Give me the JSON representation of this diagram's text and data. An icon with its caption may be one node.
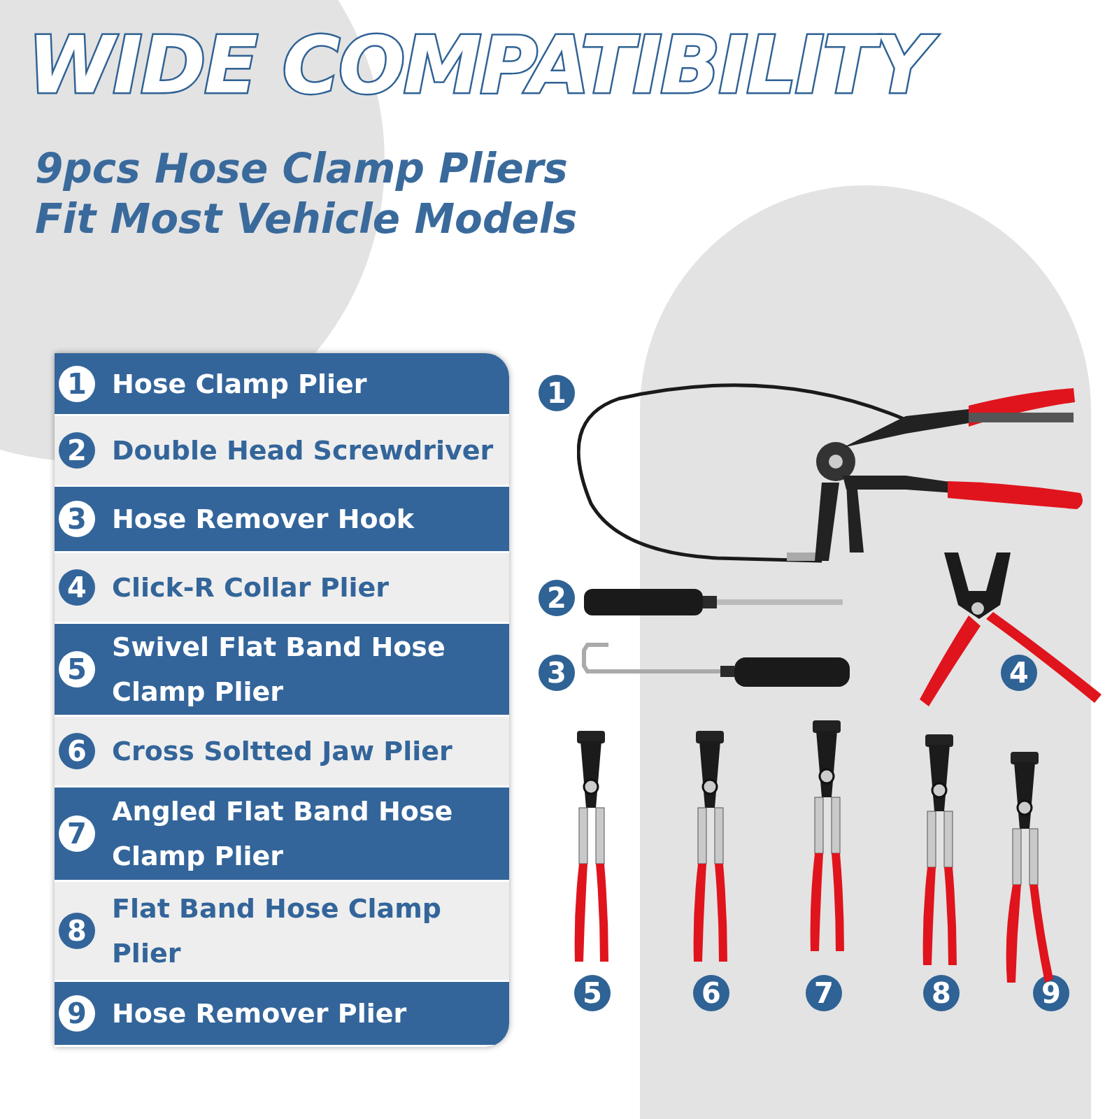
{
  "diagram": {
    "title": "WIDE COMPATIBILITY",
    "labels": [
      "9pcs Hose Clamp Pliers Fit Most Vehicle Models",
      "1",
      "Hose Clamp Plier",
      "2",
      "Double Head Screwdriver",
      "3",
      "Hose Remover Hook",
      "4",
      "Click-R Collar Plier",
      "5",
      "Swivel Flat Band Hose Clamp Plier",
      "6",
      "Cross Soltted Jaw Plier",
      "7",
      "Angled Flat Band Hose Clamp Plier",
      "8",
      "Flat Band Hose Clamp Plier",
      "9",
      "Hose Remover Plier",
      "1",
      "2",
      "3",
      "4",
      "5",
      "6",
      "7",
      "8",
      "9"
    ]
  }
}
